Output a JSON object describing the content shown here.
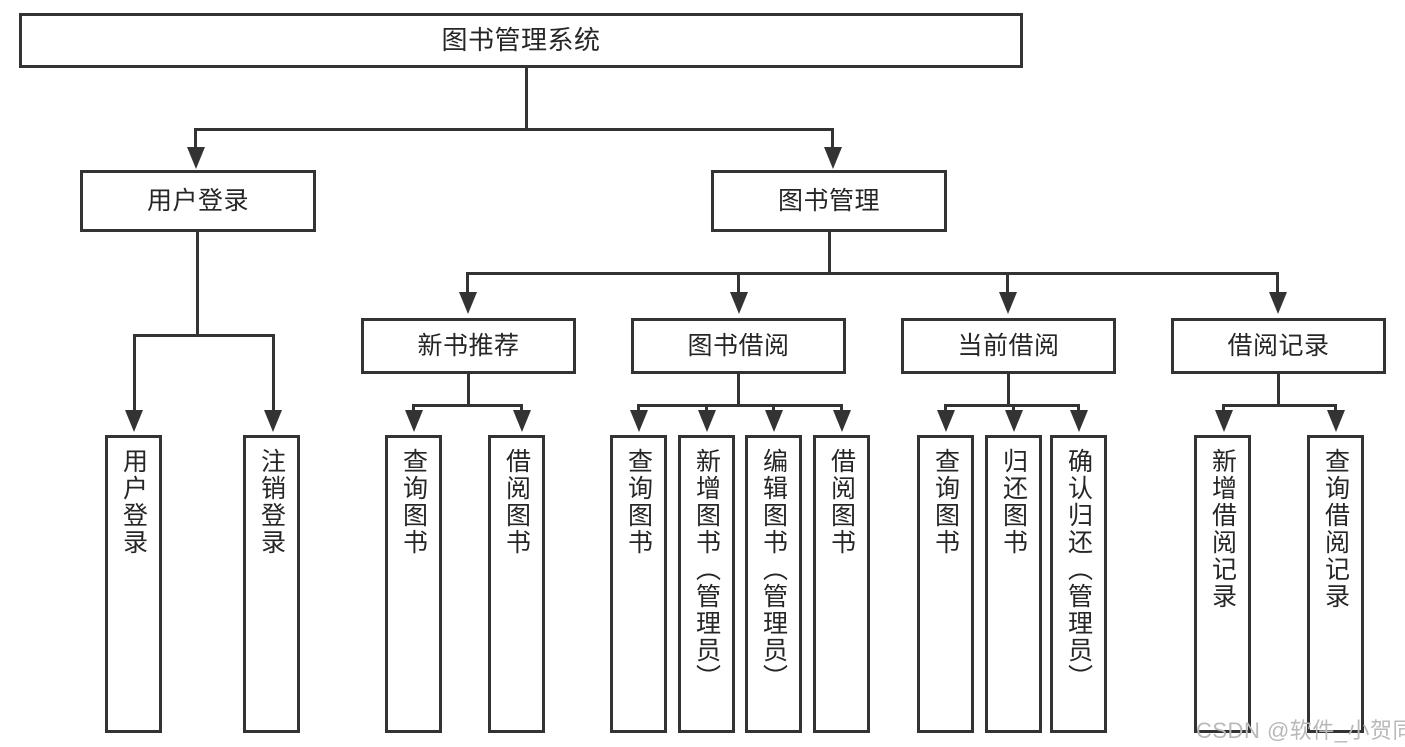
{
  "diagram": {
    "title": "图书管理系统",
    "type": "tree-hierarchy",
    "root": {
      "label": "图书管理系统"
    },
    "level1": [
      {
        "label": "用户登录"
      },
      {
        "label": "图书管理"
      }
    ],
    "level2": [
      {
        "label": "新书推荐"
      },
      {
        "label": "图书借阅"
      },
      {
        "label": "当前借阅"
      },
      {
        "label": "借阅记录"
      }
    ],
    "leaves": {
      "user_login": [
        {
          "label": "用户登录"
        },
        {
          "label": "注销登录"
        }
      ],
      "new_book_recommend": [
        {
          "label": "查询图书"
        },
        {
          "label": "借阅图书"
        }
      ],
      "book_borrow": [
        {
          "label": "查询图书"
        },
        {
          "label": "新增图书（管理员）"
        },
        {
          "label": "编辑图书（管理员）"
        },
        {
          "label": "借阅图书"
        }
      ],
      "current_borrow": [
        {
          "label": "查询图书"
        },
        {
          "label": "归还图书"
        },
        {
          "label": "确认归还（管理员）"
        }
      ],
      "borrow_record": [
        {
          "label": "新增借阅记录"
        },
        {
          "label": "查询借阅记录"
        }
      ]
    }
  },
  "watermark": {
    "text": "CSDN @软件_小贺同学"
  },
  "colors": {
    "stroke": "#333333",
    "background": "#ffffff",
    "text": "#262626",
    "watermark": "#b9b9b9"
  }
}
